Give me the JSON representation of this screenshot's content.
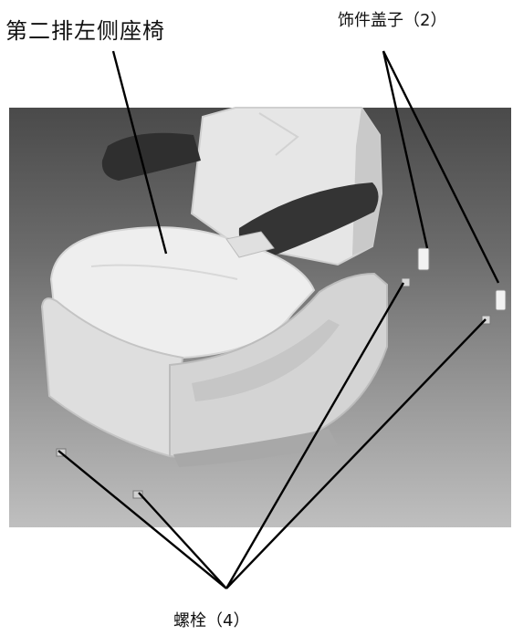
{
  "labels": {
    "seat": "第二排左侧座椅",
    "trim_covers": "饰件盖子（2）",
    "bolts": "螺栓（4）"
  },
  "colors": {
    "background_top": "#4a4a4a",
    "background_bottom": "#bfbfbf",
    "armrest": "#333333",
    "seat": "#e8e8e8",
    "leader_line": "#000000"
  },
  "parts": [
    {
      "name": "seat",
      "kind": "second-row-left-seat"
    },
    {
      "name": "trim-cover",
      "count": 2
    },
    {
      "name": "bolt",
      "count": 4
    }
  ]
}
